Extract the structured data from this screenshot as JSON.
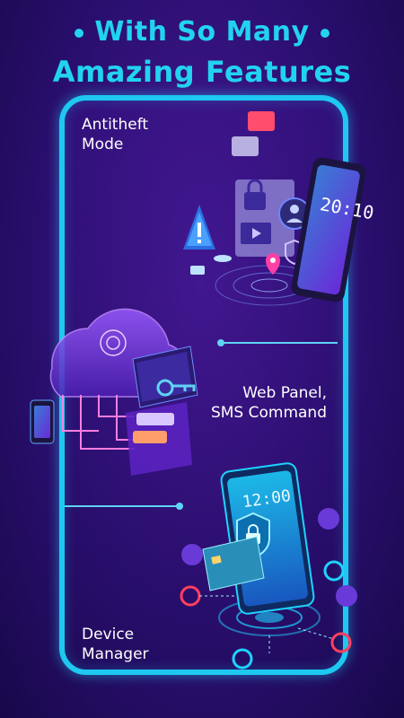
{
  "headline": {
    "line1": "With So Many",
    "line2": "Amazing Features"
  },
  "features": [
    {
      "line1": "Antitheft",
      "line2": "Mode"
    },
    {
      "line1": "Web Panel,",
      "line2": "SMS Command"
    },
    {
      "line1": "Device",
      "line2": "Manager"
    }
  ],
  "illustrations": {
    "phone_time_1": "20:10",
    "phone_time_2": "12:00"
  },
  "colors": {
    "accent": "#22d3f0",
    "frame": "#1ec8f0",
    "background": "#2b0f70"
  },
  "icons": [
    "chat-bubble-icon",
    "lock-icon",
    "warning-icon",
    "user-icon",
    "shield-icon",
    "location-pin-icon",
    "cloud-icon",
    "key-icon",
    "shield-lock-icon",
    "credit-card-icon"
  ]
}
